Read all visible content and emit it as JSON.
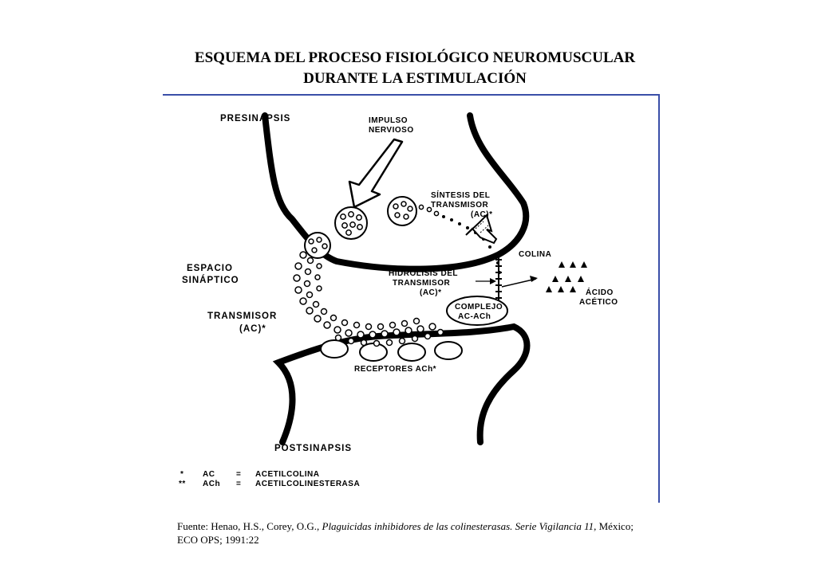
{
  "title": {
    "line1": "ESQUEMA DEL PROCESO FISIOLÓGICO NEUROMUSCULAR",
    "line2": "DURANTE LA ESTIMULACIÓN"
  },
  "diagram": {
    "presinapsis": "PRESINAPSIS",
    "impulso_line1": "IMPULSO",
    "impulso_line2": "NERVIOSO",
    "sintesis_line1": "SÍNTESIS DEL",
    "sintesis_line2": "TRANSMISOR",
    "sintesis_line3": "(AC)*",
    "espacio_line1": "ESPACIO",
    "espacio_line2": "SINÁPTICO",
    "colina": "COLINA",
    "hidrolisis_line1": "HIDRÓLISIS DEL",
    "hidrolisis_line2": "TRANSMISOR",
    "hidrolisis_line3": "(AC)*",
    "acido_line1": "ÁCIDO",
    "acido_line2": "ACÉTICO",
    "complejo_line1": "COMPLEJO",
    "complejo_line2": "AC-ACh",
    "transmisor_line1": "TRANSMISOR",
    "transmisor_line2": "(AC)*",
    "receptores": "RECEPTORES ACh*",
    "postsinapsis": "POSTSINAPSIS",
    "legend": [
      {
        "mark": "*",
        "abbr": "AC",
        "eq": "=",
        "full": "ACETILCOLINA"
      },
      {
        "mark": "**",
        "abbr": "ACh",
        "eq": "=",
        "full": "ACETILCOLINESTERASA"
      }
    ]
  },
  "source": {
    "prefix": "Fuente: Henao, H.S., Corey, O.G., ",
    "italic": "Plaguicidas inhibidores de las colinesterasas. Serie Vigilancia 11,",
    "suffix": " México; ECO OPS; 1991:22"
  },
  "colors": {
    "frame": "#3a4fa8",
    "ink": "#000000"
  }
}
